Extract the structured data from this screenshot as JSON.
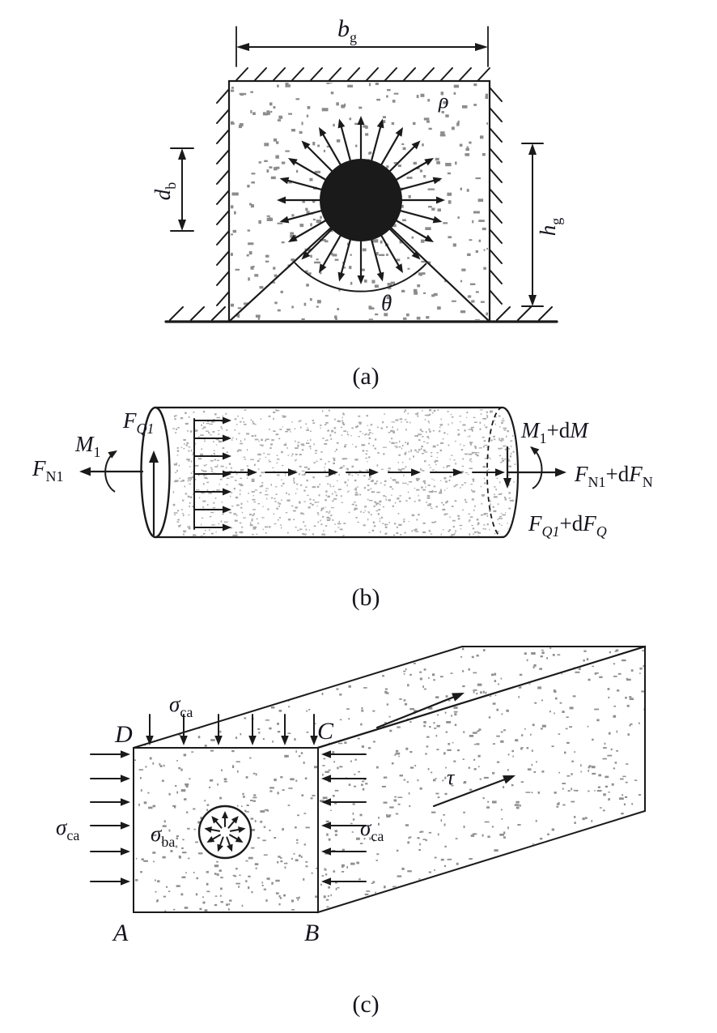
{
  "figure": {
    "caption_a": "(a)",
    "caption_b": "(b)",
    "caption_c": "(c)"
  },
  "colors": {
    "ink": "#1a1a1a",
    "stipple_a": "#8c8c8c",
    "stipple_b": "#a9a9a9",
    "stipple_c": "#8f8f8f",
    "background": "#ffffff"
  },
  "fig_a": {
    "labels": {
      "bg": {
        "main": "b",
        "sub": "g"
      },
      "db": {
        "main": "d",
        "sub": "b"
      },
      "hg": {
        "main": "h",
        "sub": "g"
      },
      "rho": "ρ",
      "theta": "θ"
    }
  },
  "fig_b": {
    "labels": {
      "fq1": {
        "p0": "F",
        "p1": "Q1"
      },
      "m1": {
        "p0": "M",
        "p1": "1"
      },
      "fn1": {
        "p0": "F",
        "p1": "N1"
      },
      "m1dm": {
        "p0": "M",
        "p1": "1",
        "p2": "+d",
        "p3": "M"
      },
      "fn1dfn": {
        "p0": "F",
        "p1": "N1",
        "p2": "+d",
        "p3": "F",
        "p4": "N"
      },
      "fq1dfq": {
        "p0": "F",
        "p1": "Q1",
        "p2": "+d",
        "p3": "F",
        "p4": "Q"
      }
    }
  },
  "fig_c": {
    "labels": {
      "sigma_ca_top": {
        "p0": "σ",
        "p1": "ca"
      },
      "sigma_ca_left": {
        "p0": "σ",
        "p1": "ca"
      },
      "sigma_ca_right": {
        "p0": "σ",
        "p1": "ca"
      },
      "sigma_ba": {
        "p0": "σ",
        "p1": "ba"
      },
      "tau": "τ",
      "corner_a": "A",
      "corner_b": "B",
      "corner_c": "C",
      "corner_d": "D"
    }
  }
}
